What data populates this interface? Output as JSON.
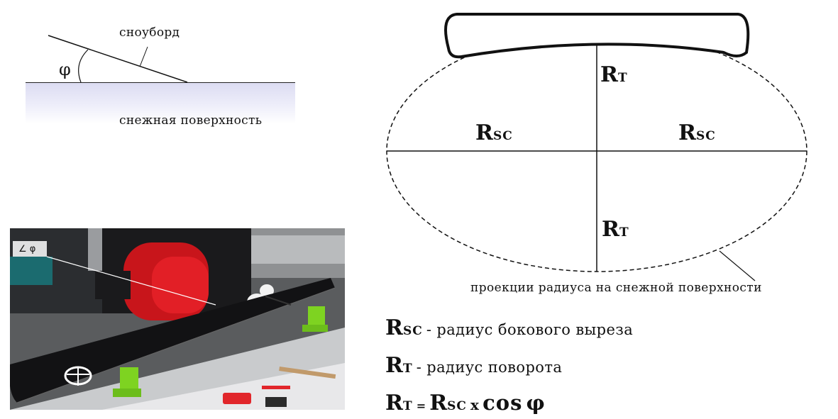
{
  "angle_diagram": {
    "snowboard_label": "сноуборд",
    "snow_surface_label": "снежная поверхность",
    "angle_symbol": "φ"
  },
  "photo": {
    "angle_overlay_label": "∠ φ"
  },
  "radius_diagram": {
    "r_letter": "R",
    "sub_t": "T",
    "sub_sc": "SC",
    "projection_caption": "проекции радиуса на снежной поверхности"
  },
  "legend": {
    "sidecut_definition": "- радиус бокового выреза",
    "turn_definition": "- радиус поворота",
    "formula_equals": "=",
    "formula_times": "x",
    "formula_cos": "cos",
    "formula_phi": "φ"
  },
  "colors": {
    "snow_gradient": "#dcdcf2",
    "accent_green": "#7ed321",
    "jacket_red": "#d0161a"
  }
}
